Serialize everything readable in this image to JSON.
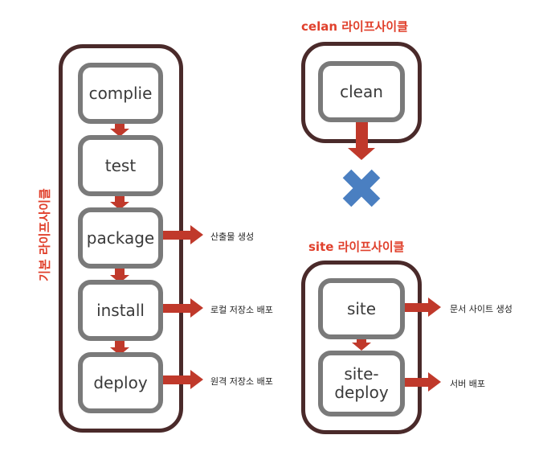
{
  "default_lifecycle": {
    "title": "기본 라이프사이클",
    "phases": [
      "complie",
      "test",
      "package",
      "install",
      "deploy"
    ],
    "outputs": {
      "package": "산출물 생성",
      "install": "로컬 저장소 배포",
      "deploy": "원격 저장소 배포"
    }
  },
  "clean_lifecycle": {
    "title": "celan 라이프사이클",
    "phases": [
      "clean"
    ]
  },
  "site_lifecycle": {
    "title": "site 라이프사이클",
    "phases": [
      "site",
      "site-\ndeploy"
    ],
    "outputs": {
      "site": "문서 사이트 생성",
      "site_deploy": "서버 배포"
    }
  },
  "colors": {
    "arrow": "#c0392b",
    "box_border": "#7a7a7a",
    "outer_border": "#4a2a2a",
    "title": "#e0402c",
    "cross": "#4a7fc1"
  }
}
